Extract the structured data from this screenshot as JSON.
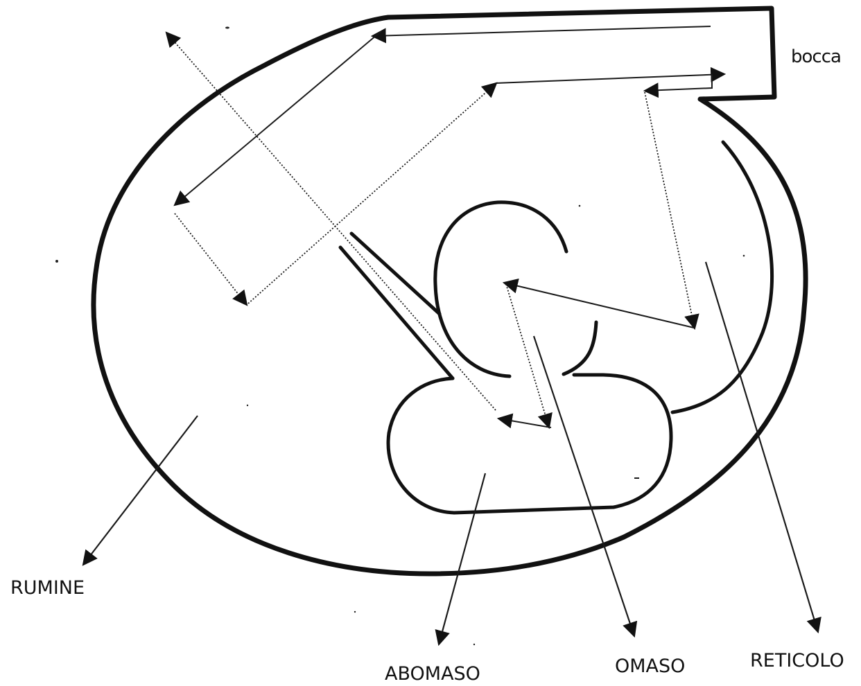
{
  "labels": {
    "mouth": "bocca",
    "rumen": "RUMINE",
    "abomasum": "ABOMASO",
    "omasum": "OMASO",
    "reticulum": "RETICOLO"
  }
}
